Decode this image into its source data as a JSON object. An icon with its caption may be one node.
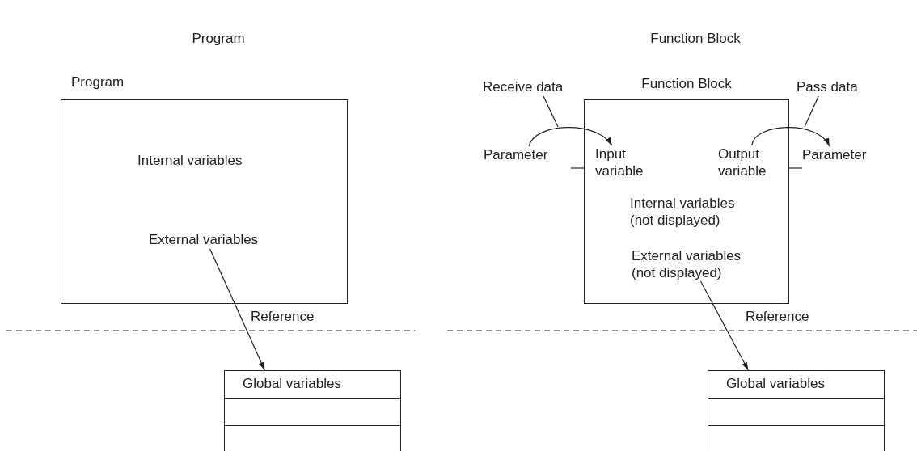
{
  "diagram": {
    "nodes": [
      {
        "text": [
          "Program"
        ]
      },
      {
        "text": [
          "Internal variables"
        ],
        "in": 0
      },
      {
        "text": [
          "External variables"
        ],
        "in": 0
      },
      {
        "text": [
          "Global variables"
        ]
      },
      {
        "text": [
          "Receive data"
        ]
      },
      {
        "text": [
          "Function Block"
        ]
      },
      {
        "text": [
          "Pass data"
        ]
      },
      {
        "text": [
          "Parameter"
        ]
      },
      {
        "text": [
          "Input variable"
        ],
        "in": 5
      },
      {
        "text": [
          "Output variable"
        ],
        "in": 5
      },
      {
        "text": [
          "Parameter"
        ]
      },
      {
        "text": [
          "Internal variables (not displayed)"
        ],
        "in": 5
      },
      {
        "text": [
          "External variables (not displayed)"
        ],
        "in": 5
      },
      {
        "text": [
          "Global variables"
        ]
      }
    ],
    "edges": [
      {
        "from": 2,
        "to": 3,
        "arrow": "to",
        "label": "Reference"
      },
      {
        "from": 4,
        "to": null,
        "arrow": "none"
      },
      {
        "from": 7,
        "to": 8,
        "arrow": "to"
      },
      {
        "from": 6,
        "to": null,
        "arrow": "none"
      },
      {
        "from": 9,
        "to": 10,
        "arrow": "to"
      },
      {
        "from": 12,
        "to": 13,
        "arrow": "to",
        "label": "Reference"
      }
    ],
    "labels": [
      "Program",
      "Function Block"
    ]
  }
}
